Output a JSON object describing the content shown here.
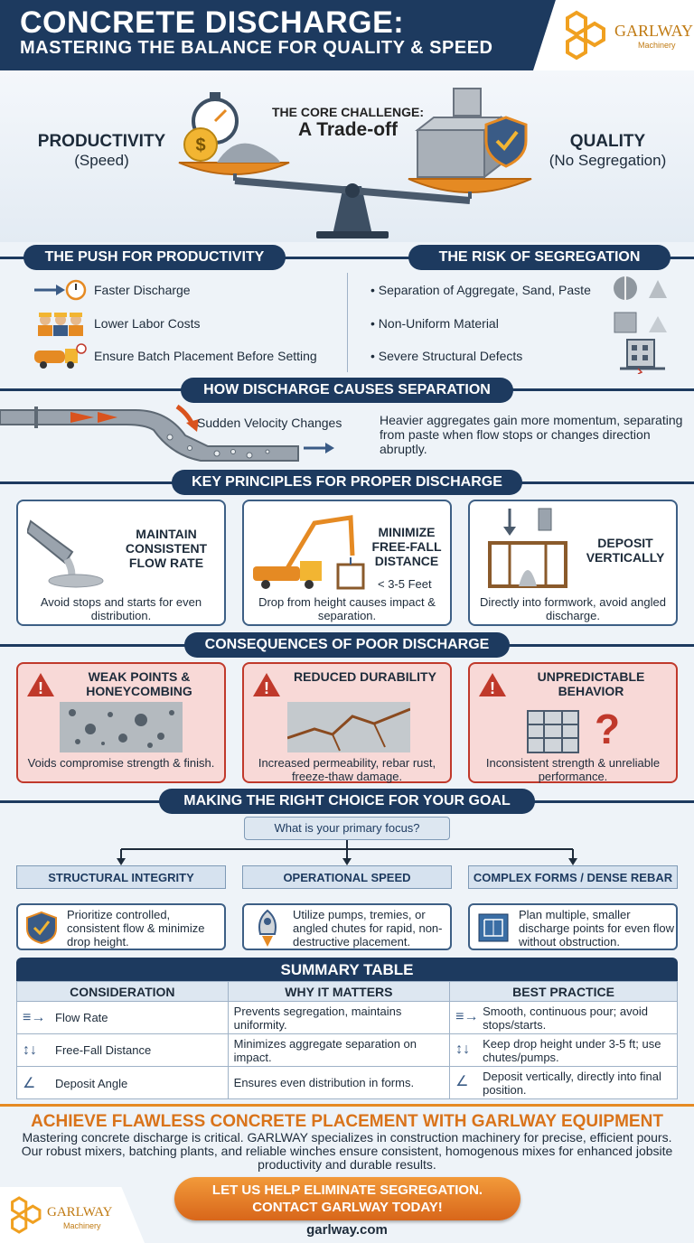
{
  "header": {
    "title": "CONCRETE DISCHARGE:",
    "subtitle": "MASTERING THE BALANCE FOR QUALITY & SPEED"
  },
  "logo": {
    "name": "GARLWAY",
    "sub": "Machinery"
  },
  "hero": {
    "left_title": "PRODUCTIVITY",
    "left_sub": "(Speed)",
    "center_title": "THE CORE CHALLENGE:",
    "center_sub": "A Trade-off",
    "right_title": "QUALITY",
    "right_sub": "(No Segregation)"
  },
  "productivity": {
    "heading": "THE PUSH FOR PRODUCTIVITY",
    "items": [
      "Faster Discharge",
      "Lower Labor Costs",
      "Ensure Batch Placement Before Setting"
    ]
  },
  "segregation": {
    "heading": "THE RISK OF SEGREGATION",
    "items": [
      "Separation of Aggregate, Sand, Paste",
      "Non-Uniform Material",
      "Severe Structural Defects"
    ]
  },
  "separation": {
    "heading": "HOW DISCHARGE CAUSES SEPARATION",
    "pipe_label": "Sudden Velocity Changes",
    "text": "Heavier aggregates gain more momentum, separating from paste when flow stops or changes direction abruptly."
  },
  "principles": {
    "heading": "KEY PRINCIPLES FOR PROPER DISCHARGE",
    "cards": [
      {
        "title": "MAINTAIN CONSISTENT FLOW RATE",
        "desc": "Avoid stops and starts for even distribution."
      },
      {
        "title": "MINIMIZE FREE-FALL DISTANCE",
        "note": "< 3-5 Feet",
        "desc": "Drop from height causes impact & separation."
      },
      {
        "title": "DEPOSIT VERTICALLY",
        "desc": "Directly into formwork, avoid angled discharge."
      }
    ]
  },
  "consequences": {
    "heading": "CONSEQUENCES OF POOR DISCHARGE",
    "cards": [
      {
        "title": "WEAK POINTS & HONEYCOMBING",
        "desc": "Voids compromise strength & finish."
      },
      {
        "title": "REDUCED DURABILITY",
        "desc": "Increased permeability, rebar rust, freeze-thaw damage."
      },
      {
        "title": "UNPREDICTABLE BEHAVIOR",
        "desc": "Inconsistent strength & unreliable performance."
      }
    ]
  },
  "choice": {
    "heading": "MAKING THE RIGHT CHOICE FOR YOUR GOAL",
    "question": "What is your primary focus?",
    "options": [
      {
        "label": "STRUCTURAL INTEGRITY",
        "text": "Prioritize controlled, consistent flow & minimize drop height."
      },
      {
        "label": "OPERATIONAL SPEED",
        "text": "Utilize pumps, tremies, or angled chutes for rapid, non-destructive placement."
      },
      {
        "label": "COMPLEX FORMS / DENSE REBAR",
        "text": "Plan multiple, smaller discharge points for even flow without obstruction."
      }
    ]
  },
  "summary": {
    "heading": "SUMMARY TABLE",
    "columns": [
      "CONSIDERATION",
      "WHY IT MATTERS",
      "BEST PRACTICE"
    ],
    "rows": [
      [
        "Flow Rate",
        "Prevents segregation, maintains uniformity.",
        "Smooth, continuous pour; avoid stops/starts."
      ],
      [
        "Free-Fall Distance",
        "Minimizes aggregate separation on impact.",
        "Keep drop height under 3-5 ft; use chutes/pumps."
      ],
      [
        "Deposit Angle",
        "Ensures even distribution in forms.",
        "Deposit vertically, directly into final position."
      ]
    ]
  },
  "footer": {
    "title": "ACHIEVE FLAWLESS CONCRETE PLACEMENT WITH GARLWAY EQUIPMENT",
    "desc": "Mastering concrete discharge is critical. GARLWAY specializes in construction machinery for precise, efficient pours. Our robust mixers, batching plants, and reliable winches ensure consistent, homogenous mixes for enhanced jobsite productivity and durable results.",
    "cta_line1": "LET US HELP ELIMINATE SEGREGATION.",
    "cta_line2": "CONTACT GARLWAY TODAY!",
    "website": "garlway.com"
  }
}
